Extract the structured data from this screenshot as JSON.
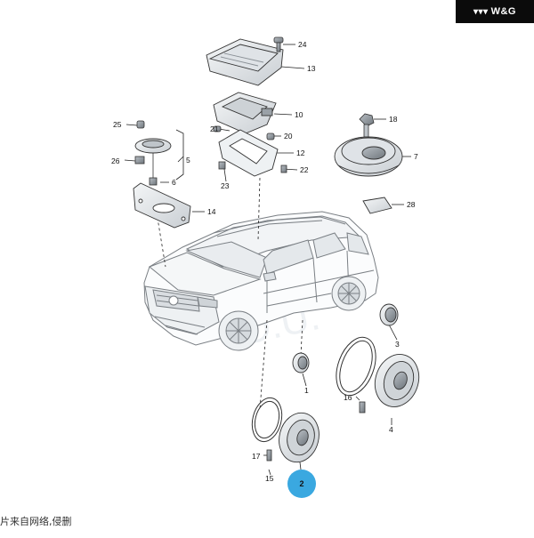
{
  "brand": {
    "label": "W&G",
    "icon": "wings-logo-icon"
  },
  "footer": {
    "text": "片来自网络,侵删"
  },
  "watermark": {
    "text": "O.U."
  },
  "highlight": {
    "label": "2",
    "color": "#3aa8e0"
  },
  "callouts": [
    {
      "id": "c24",
      "label": "24"
    },
    {
      "id": "c13",
      "label": "13"
    },
    {
      "id": "c10",
      "label": "10"
    },
    {
      "id": "c21",
      "label": "21"
    },
    {
      "id": "c20",
      "label": "20"
    },
    {
      "id": "c12",
      "label": "12"
    },
    {
      "id": "c22",
      "label": "22"
    },
    {
      "id": "c23",
      "label": "23"
    },
    {
      "id": "c25",
      "label": "25"
    },
    {
      "id": "c26",
      "label": "26"
    },
    {
      "id": "c5",
      "label": "5"
    },
    {
      "id": "c6",
      "label": "6"
    },
    {
      "id": "c14",
      "label": "14"
    },
    {
      "id": "c18",
      "label": "18"
    },
    {
      "id": "c7",
      "label": "7"
    },
    {
      "id": "c28",
      "label": "28"
    },
    {
      "id": "c3",
      "label": "3"
    },
    {
      "id": "c1",
      "label": "1"
    },
    {
      "id": "c16",
      "label": "16"
    },
    {
      "id": "c4",
      "label": "4"
    },
    {
      "id": "c17",
      "label": "17"
    },
    {
      "id": "c15",
      "label": "15"
    }
  ],
  "colors": {
    "line": "#333333",
    "part_fill": "#e6e9ec",
    "part_dark": "#9aa1a7",
    "car_line": "#7a7f84"
  }
}
